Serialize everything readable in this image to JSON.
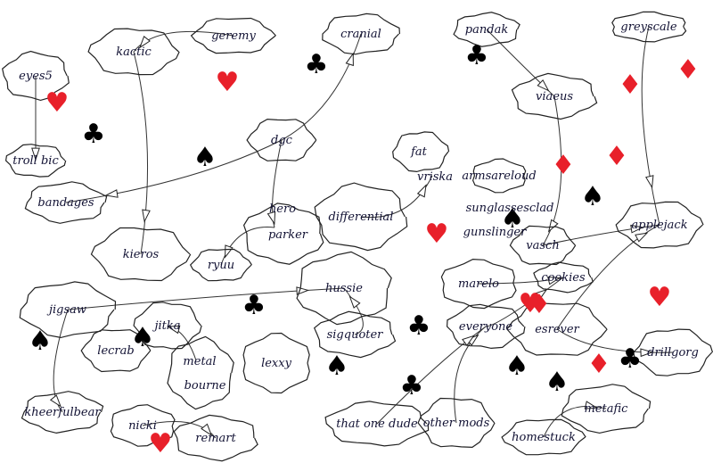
{
  "title": "",
  "colors": {
    "background": "#ffffff",
    "ink": "#111133",
    "line": "#333333",
    "red_suit": "#e8202a",
    "black_suit": "#000000"
  },
  "nodes": [
    {
      "id": "eyes5",
      "label": "eyes5"
    },
    {
      "id": "kactic",
      "label": "kactic"
    },
    {
      "id": "geremy",
      "label": "geremy"
    },
    {
      "id": "cranial",
      "label": "cranial"
    },
    {
      "id": "pandak",
      "label": "pandak"
    },
    {
      "id": "greyscale",
      "label": "greyscale"
    },
    {
      "id": "viaeus",
      "label": "viaeus"
    },
    {
      "id": "troll-bic",
      "label": "troll bic"
    },
    {
      "id": "dgc",
      "label": "dgc"
    },
    {
      "id": "fat",
      "label": "fat"
    },
    {
      "id": "vriska",
      "label": "vriska"
    },
    {
      "id": "armsareloud",
      "label": "armsareloud"
    },
    {
      "id": "sunglassesclad",
      "label": "sunglassesclad"
    },
    {
      "id": "gunslinger",
      "label": "gunslinger"
    },
    {
      "id": "vasch",
      "label": "vasch"
    },
    {
      "id": "applejack",
      "label": "applejack"
    },
    {
      "id": "bandages",
      "label": "bandages"
    },
    {
      "id": "hero",
      "label": "hero"
    },
    {
      "id": "parker",
      "label": "parker"
    },
    {
      "id": "differential",
      "label": "differential"
    },
    {
      "id": "kieros",
      "label": "kieros"
    },
    {
      "id": "ryuu",
      "label": "ryuu"
    },
    {
      "id": "jigsaw",
      "label": "jigsaw"
    },
    {
      "id": "hussie",
      "label": "hussie"
    },
    {
      "id": "marelo",
      "label": "marelo"
    },
    {
      "id": "cookies",
      "label": "cookies"
    },
    {
      "id": "jitka",
      "label": "jitka"
    },
    {
      "id": "lecrab",
      "label": "lecrab"
    },
    {
      "id": "metal",
      "label": "metal"
    },
    {
      "id": "bourne",
      "label": "bourne"
    },
    {
      "id": "lexxy",
      "label": "lexxy"
    },
    {
      "id": "sigquoter",
      "label": "sigquoter"
    },
    {
      "id": "everyone",
      "label": "everyone"
    },
    {
      "id": "esrever",
      "label": "esrever"
    },
    {
      "id": "drillgorg",
      "label": "drillgorg"
    },
    {
      "id": "kheerfulbear",
      "label": "kheerfulbear"
    },
    {
      "id": "nicki",
      "label": "nicki"
    },
    {
      "id": "remart",
      "label": "remart"
    },
    {
      "id": "that-one-dude",
      "label": "that one dude"
    },
    {
      "id": "other-mods",
      "label": "other mods"
    },
    {
      "id": "homestuck",
      "label": "homestuck"
    },
    {
      "id": "metafic",
      "label": "metafic"
    }
  ],
  "edges": [
    [
      "eyes5",
      "troll-bic"
    ],
    [
      "kactic",
      "kieros"
    ],
    [
      "geremy",
      "kactic"
    ],
    [
      "dgc",
      "cranial"
    ],
    [
      "pandak",
      "viaeus"
    ],
    [
      "greyscale",
      "applejack"
    ],
    [
      "dgc",
      "bandages"
    ],
    [
      "dgc",
      "hero"
    ],
    [
      "hero",
      "ryuu"
    ],
    [
      "jigsaw",
      "hussie"
    ],
    [
      "jigsaw",
      "kheerfulbear"
    ],
    [
      "metal",
      "jitka"
    ],
    [
      "nicki",
      "remart"
    ],
    [
      "everyone",
      "cookies"
    ],
    [
      "marelo",
      "cookies"
    ],
    [
      "esrever",
      "applejack"
    ],
    [
      "esrever",
      "drillgorg"
    ],
    [
      "sigquoter",
      "hussie"
    ],
    [
      "homestuck",
      "metafic"
    ],
    [
      "vasch",
      "applejack"
    ],
    [
      "viaeus",
      "vasch"
    ],
    [
      "other-mods",
      "everyone"
    ],
    [
      "that-one-dude",
      "everyone"
    ],
    [
      "differential",
      "vriska"
    ]
  ],
  "suit_marks": [
    {
      "suit": "heart",
      "color": "red"
    },
    {
      "suit": "heart",
      "color": "red"
    },
    {
      "suit": "heart",
      "color": "red"
    },
    {
      "suit": "heart",
      "color": "red"
    },
    {
      "suit": "heart",
      "color": "red"
    },
    {
      "suit": "heart",
      "color": "red"
    },
    {
      "suit": "diamond",
      "color": "red"
    },
    {
      "suit": "diamond",
      "color": "red"
    },
    {
      "suit": "diamond",
      "color": "red"
    },
    {
      "suit": "diamond",
      "color": "red"
    },
    {
      "suit": "diamond",
      "color": "red"
    },
    {
      "suit": "diamond",
      "color": "red"
    },
    {
      "suit": "club",
      "color": "black"
    },
    {
      "suit": "club",
      "color": "black"
    },
    {
      "suit": "club",
      "color": "black"
    },
    {
      "suit": "club",
      "color": "black"
    },
    {
      "suit": "club",
      "color": "black"
    },
    {
      "suit": "club",
      "color": "black"
    },
    {
      "suit": "club",
      "color": "black"
    },
    {
      "suit": "spade",
      "color": "black"
    },
    {
      "suit": "spade",
      "color": "black"
    },
    {
      "suit": "spade",
      "color": "black"
    },
    {
      "suit": "spade",
      "color": "black"
    },
    {
      "suit": "spade",
      "color": "black"
    },
    {
      "suit": "spade",
      "color": "black"
    },
    {
      "suit": "spade",
      "color": "black"
    },
    {
      "suit": "spade",
      "color": "black"
    }
  ]
}
